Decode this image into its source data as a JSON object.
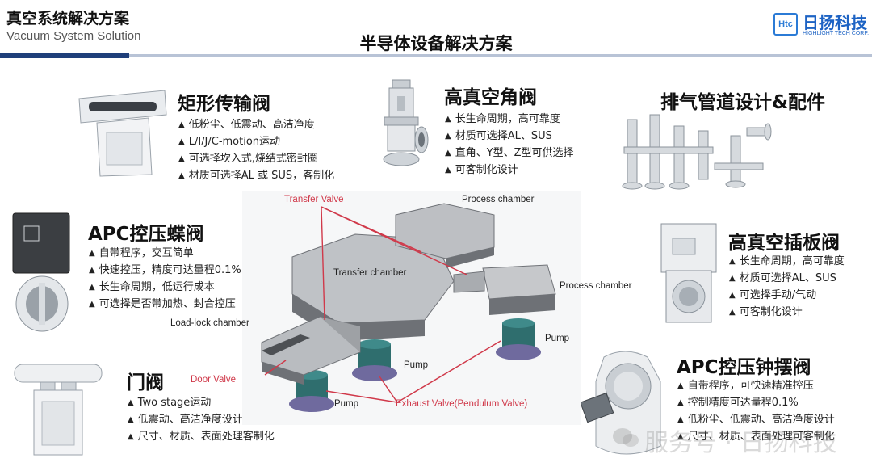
{
  "header": {
    "title_cn": "真空系统解决方案",
    "title_en": "Vacuum System Solution",
    "main_title": "半导体设备解决方案"
  },
  "logo": {
    "mark": "Htc",
    "name_cn": "日扬科技",
    "name_en": "HIGHLIGHT TECH CORP."
  },
  "products": {
    "rect_valve": {
      "title": "矩形传输阀",
      "bullets": [
        "低粉尘、低震动、高洁净度",
        "L/I/J/C-motion运动",
        "可选择坎入式,烧结式密封圈",
        "材质可选择AL 或 SUS，客制化"
      ]
    },
    "angle_valve": {
      "title": "高真空角阀",
      "bullets": [
        "长生命周期，高可靠度",
        "材质可选择AL、SUS",
        "直角、Y型、Z型可供选择",
        "可客制化设计"
      ]
    },
    "exhaust": {
      "title": "排气管道设计&配件"
    },
    "apc_butterfly": {
      "title": "APC控压蝶阀",
      "bullets": [
        "自带程序，交互简单",
        "快速控压，精度可达量程0.1%",
        "长生命周期，低运行成本",
        "可选择是否带加热、封合控压"
      ]
    },
    "gate_valve": {
      "title": "高真空插板阀",
      "bullets": [
        "长生命周期，高可靠度",
        "材质可选择AL、SUS",
        "可选择手动/气动",
        "可客制化设计"
      ]
    },
    "door_valve": {
      "title": "门阀",
      "bullets": [
        "Two stage运动",
        "低震动、高洁净度设计",
        "尺寸、材质、表面处理客制化"
      ]
    },
    "apc_pendulum": {
      "title": "APC控压钟摆阀",
      "bullets": [
        "自带程序，可快速精准控压",
        "控制精度可达量程0.1%",
        "低粉尘、低震动、高洁净度设计",
        "尺寸、材质、表面处理可客制化"
      ]
    }
  },
  "diagram": {
    "transfer_valve": "Transfer Valve",
    "process_chamber_top": "Process chamber",
    "transfer_chamber": "Transfer chamber",
    "process_chamber_right": "Process chamber",
    "load_lock": "Load-lock chamber",
    "door_valve": "Door Valve",
    "pump1": "Pump",
    "pump2": "Pump",
    "pump3": "Pump",
    "exhaust_valve": "Exhaust Valve(Pendulum Valve)"
  },
  "watermark": "服务号 · 日扬科技",
  "colors": {
    "accent_blue": "#1d63c4",
    "label_red": "#d0394a",
    "navy_bar": "#1f3f7a"
  }
}
